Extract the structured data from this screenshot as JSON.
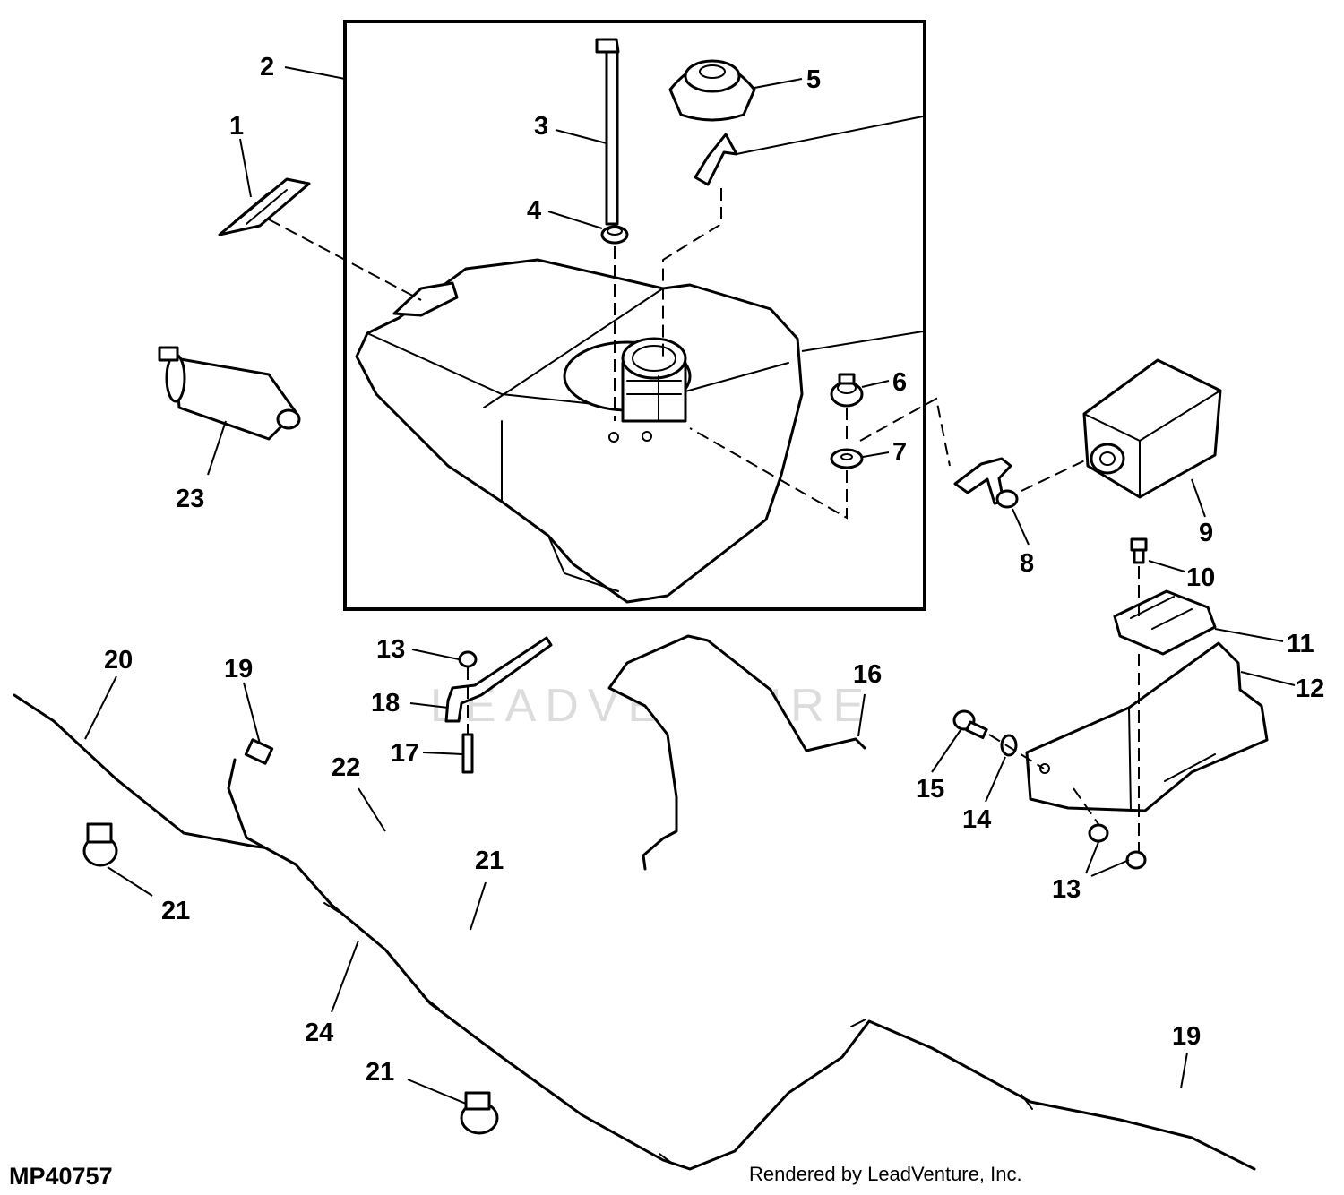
{
  "figure_id": "MP40757",
  "credit": "Rendered by LeadVenture, Inc.",
  "watermark": "LEADVENTURE",
  "callouts": {
    "c1": "1",
    "c2": "2",
    "c3": "3",
    "c4": "4",
    "c5": "5",
    "c6": "6",
    "c7": "7",
    "c8": "8",
    "c9": "9",
    "c10": "10",
    "c11": "11",
    "c12": "12",
    "c13a": "13",
    "c13b": "13",
    "c14": "14",
    "c15": "15",
    "c16": "16",
    "c17": "17",
    "c18": "18",
    "c19a": "19",
    "c19b": "19",
    "c20": "20",
    "c21a": "21",
    "c21b": "21",
    "c21c": "21",
    "c22": "22",
    "c23": "23",
    "c24": "24"
  }
}
